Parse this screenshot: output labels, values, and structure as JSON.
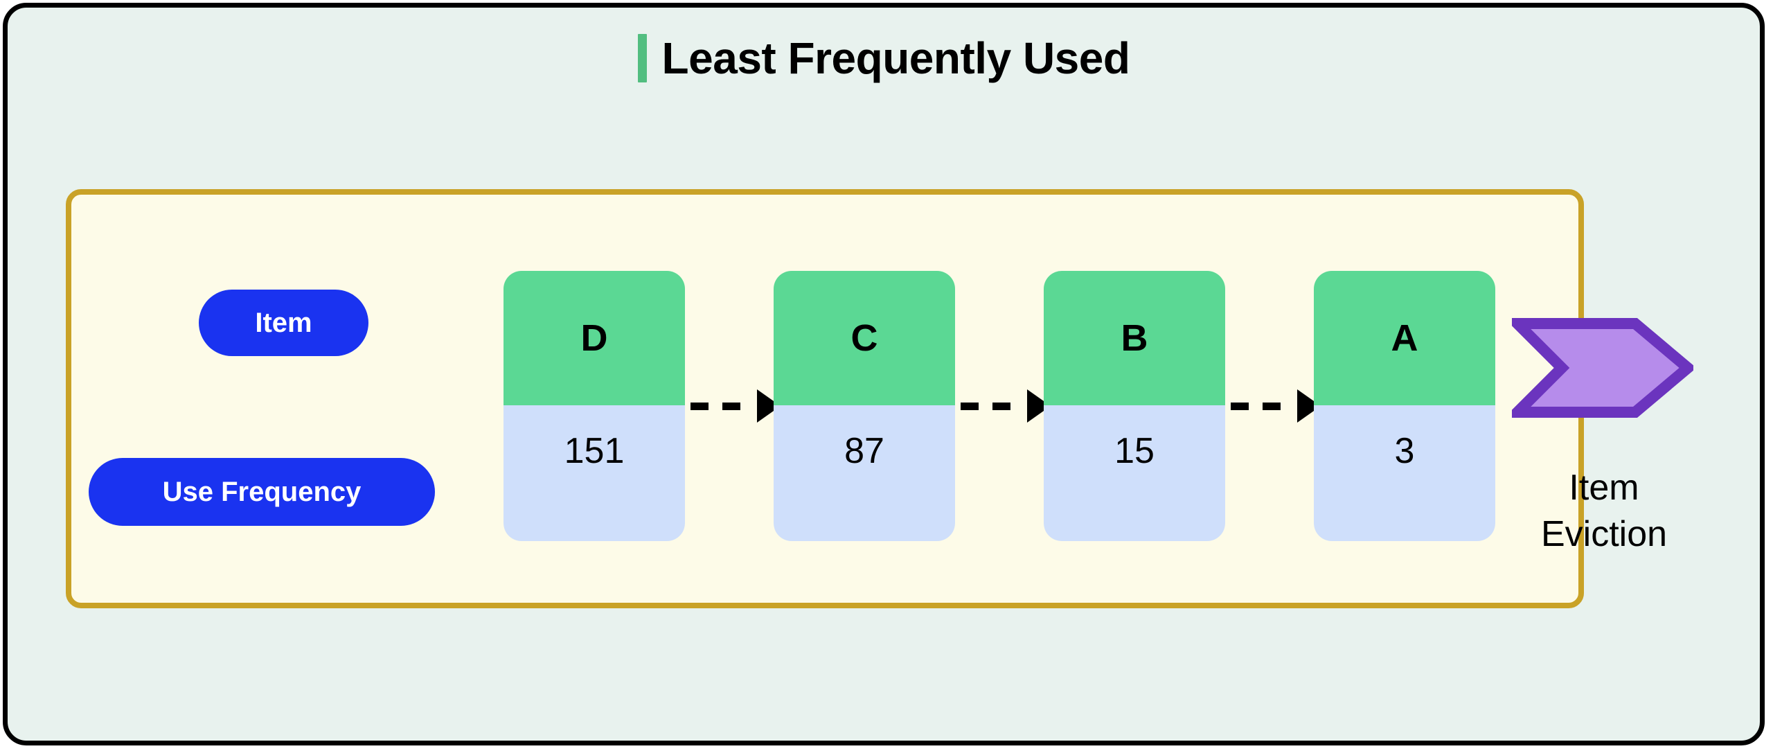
{
  "page": {
    "background_color": "#E8F2EE",
    "border_color": "#000000"
  },
  "header": {
    "title": "Least Frequently Used",
    "accent_color": "#52BE80"
  },
  "panel": {
    "background_color": "#FDFBE8",
    "border_color": "#C9A227"
  },
  "legend": {
    "pill_color": "#1A33F0",
    "items": [
      {
        "label": "Item"
      },
      {
        "label": "Use Frequency"
      }
    ]
  },
  "cache": {
    "key_color": "#5BD894",
    "frequency_color": "#CFDFFB",
    "nodes": [
      {
        "key": "D",
        "frequency": "151"
      },
      {
        "key": "C",
        "frequency": "87"
      },
      {
        "key": "B",
        "frequency": "15"
      },
      {
        "key": "A",
        "frequency": "3"
      }
    ]
  },
  "eviction": {
    "label_line1": "Item",
    "label_line2": "Eviction",
    "arrow_fill": "#B徒",
    "arrow_fill_color": "#B68CEB",
    "arrow_stroke_color": "#6B34BE"
  }
}
